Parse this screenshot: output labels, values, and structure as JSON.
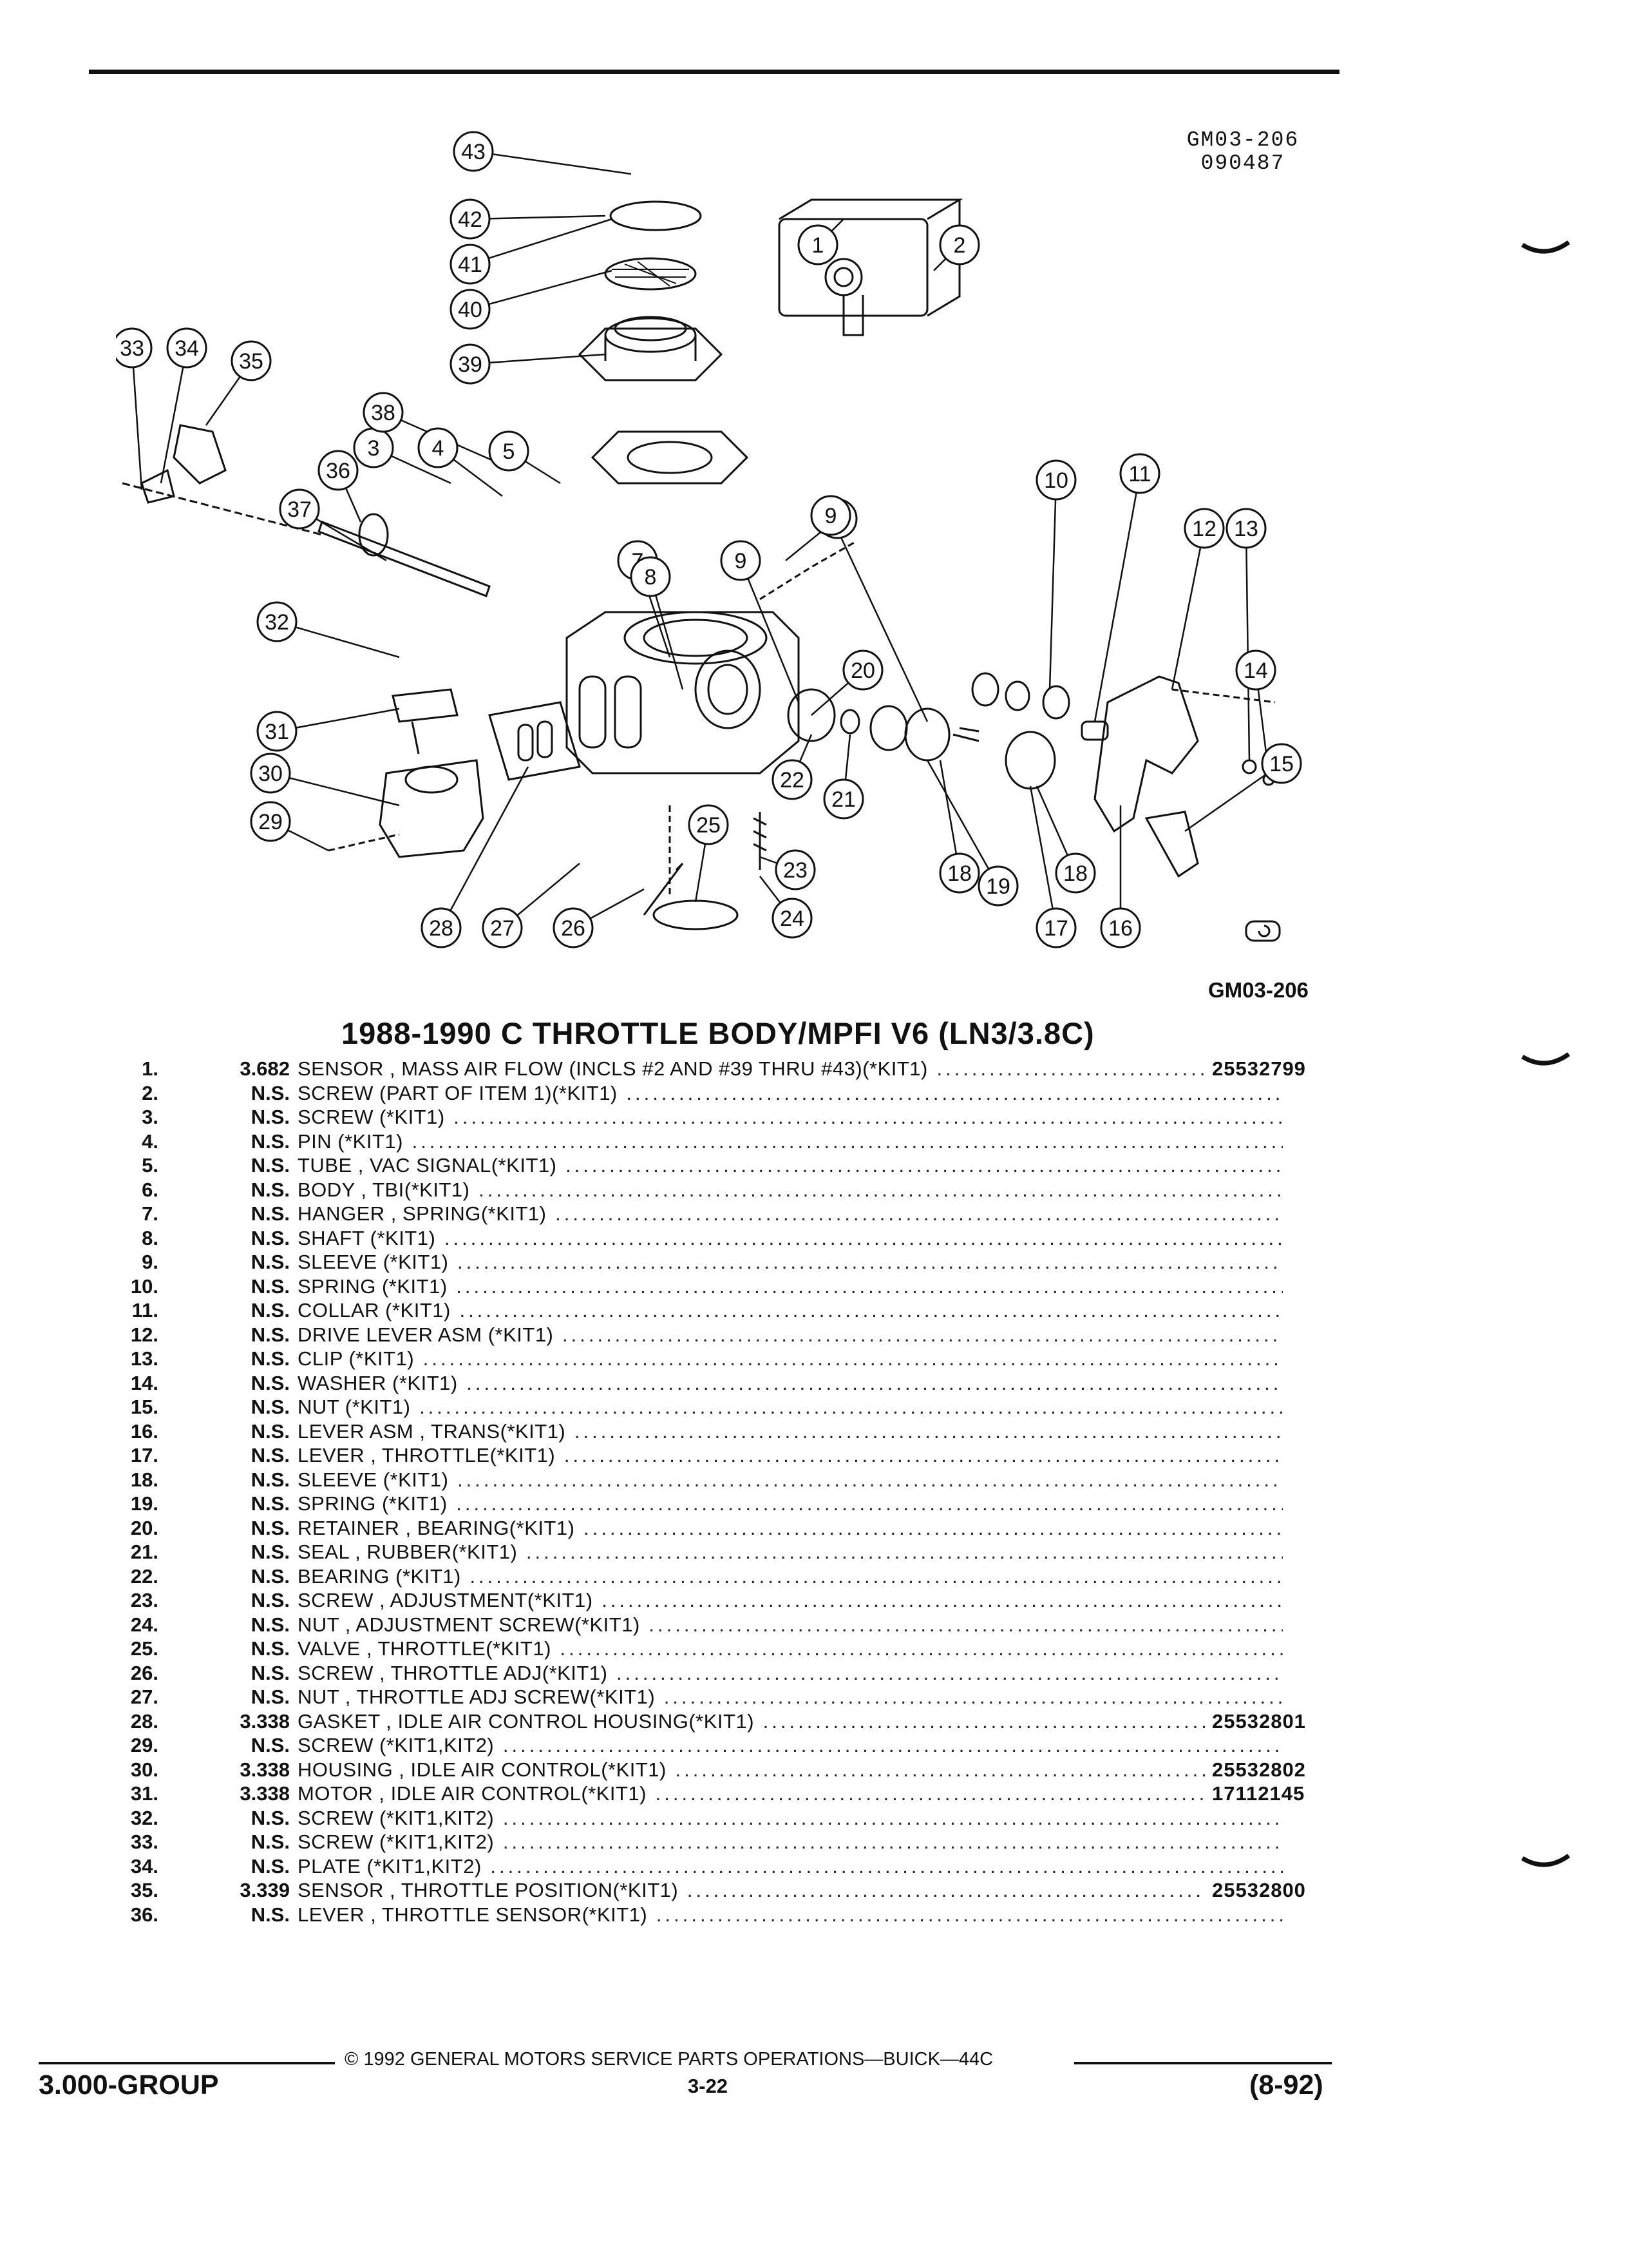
{
  "header": {
    "ref_code_line1": "GM03-206",
    "ref_code_line2": "090487"
  },
  "diagram": {
    "figure_id": "GM03-206",
    "callouts": [
      "1",
      "2",
      "3",
      "4",
      "5",
      "6",
      "7",
      "8",
      "9",
      "9",
      "10",
      "11",
      "12",
      "13",
      "14",
      "15",
      "16",
      "17",
      "18",
      "18",
      "19",
      "20",
      "21",
      "22",
      "23",
      "24",
      "25",
      "26",
      "27",
      "28",
      "29",
      "30",
      "31",
      "32",
      "33",
      "34",
      "35",
      "36",
      "37",
      "38",
      "39",
      "40",
      "41",
      "42",
      "43"
    ]
  },
  "title": "1988-1990 C THROTTLE BODY/MPFI V6 (LN3/3.8C)",
  "parts": [
    {
      "num": "1.",
      "grp": "3.682",
      "desc": "SENSOR , MASS AIR FLOW (INCLS #2 AND #39 THRU #43)(*KIT1)",
      "part": "25532799"
    },
    {
      "num": "2.",
      "grp": "N.S.",
      "desc": "SCREW (PART OF ITEM 1)(*KIT1)",
      "part": ""
    },
    {
      "num": "3.",
      "grp": "N.S.",
      "desc": "SCREW (*KIT1)",
      "part": ""
    },
    {
      "num": "4.",
      "grp": "N.S.",
      "desc": "PIN (*KIT1)",
      "part": ""
    },
    {
      "num": "5.",
      "grp": "N.S.",
      "desc": "TUBE , VAC SIGNAL(*KIT1)",
      "part": ""
    },
    {
      "num": "6.",
      "grp": "N.S.",
      "desc": "BODY , TBI(*KIT1)",
      "part": ""
    },
    {
      "num": "7.",
      "grp": "N.S.",
      "desc": "HANGER , SPRING(*KIT1)",
      "part": ""
    },
    {
      "num": "8.",
      "grp": "N.S.",
      "desc": "SHAFT (*KIT1)",
      "part": ""
    },
    {
      "num": "9.",
      "grp": "N.S.",
      "desc": "SLEEVE (*KIT1)",
      "part": ""
    },
    {
      "num": "10.",
      "grp": "N.S.",
      "desc": "SPRING (*KIT1)",
      "part": ""
    },
    {
      "num": "11.",
      "grp": "N.S.",
      "desc": "COLLAR (*KIT1)",
      "part": ""
    },
    {
      "num": "12.",
      "grp": "N.S.",
      "desc": "DRIVE LEVER ASM (*KIT1)",
      "part": ""
    },
    {
      "num": "13.",
      "grp": "N.S.",
      "desc": "CLIP (*KIT1)",
      "part": ""
    },
    {
      "num": "14.",
      "grp": "N.S.",
      "desc": "WASHER (*KIT1)",
      "part": ""
    },
    {
      "num": "15.",
      "grp": "N.S.",
      "desc": "NUT (*KIT1)",
      "part": ""
    },
    {
      "num": "16.",
      "grp": "N.S.",
      "desc": "LEVER ASM , TRANS(*KIT1)",
      "part": ""
    },
    {
      "num": "17.",
      "grp": "N.S.",
      "desc": "LEVER , THROTTLE(*KIT1)",
      "part": ""
    },
    {
      "num": "18.",
      "grp": "N.S.",
      "desc": "SLEEVE (*KIT1)",
      "part": ""
    },
    {
      "num": "19.",
      "grp": "N.S.",
      "desc": "SPRING (*KIT1)",
      "part": ""
    },
    {
      "num": "20.",
      "grp": "N.S.",
      "desc": "RETAINER , BEARING(*KIT1)",
      "part": ""
    },
    {
      "num": "21.",
      "grp": "N.S.",
      "desc": "SEAL , RUBBER(*KIT1)",
      "part": ""
    },
    {
      "num": "22.",
      "grp": "N.S.",
      "desc": "BEARING (*KIT1)",
      "part": ""
    },
    {
      "num": "23.",
      "grp": "N.S.",
      "desc": "SCREW , ADJUSTMENT(*KIT1)",
      "part": ""
    },
    {
      "num": "24.",
      "grp": "N.S.",
      "desc": "NUT , ADJUSTMENT SCREW(*KIT1)",
      "part": ""
    },
    {
      "num": "25.",
      "grp": "N.S.",
      "desc": "VALVE , THROTTLE(*KIT1)",
      "part": ""
    },
    {
      "num": "26.",
      "grp": "N.S.",
      "desc": "SCREW , THROTTLE ADJ(*KIT1)",
      "part": ""
    },
    {
      "num": "27.",
      "grp": "N.S.",
      "desc": "NUT , THROTTLE ADJ SCREW(*KIT1)",
      "part": ""
    },
    {
      "num": "28.",
      "grp": "3.338",
      "desc": "GASKET , IDLE AIR CONTROL HOUSING(*KIT1)",
      "part": "25532801"
    },
    {
      "num": "29.",
      "grp": "N.S.",
      "desc": "SCREW (*KIT1,KIT2)",
      "part": ""
    },
    {
      "num": "30.",
      "grp": "3.338",
      "desc": "HOUSING , IDLE AIR CONTROL(*KIT1)",
      "part": "25532802"
    },
    {
      "num": "31.",
      "grp": "3.338",
      "desc": "MOTOR , IDLE AIR CONTROL(*KIT1)",
      "part": "17112145"
    },
    {
      "num": "32.",
      "grp": "N.S.",
      "desc": "SCREW (*KIT1,KIT2)",
      "part": ""
    },
    {
      "num": "33.",
      "grp": "N.S.",
      "desc": "SCREW (*KIT1,KIT2)",
      "part": ""
    },
    {
      "num": "34.",
      "grp": "N.S.",
      "desc": "PLATE (*KIT1,KIT2)",
      "part": ""
    },
    {
      "num": "35.",
      "grp": "3.339",
      "desc": "SENSOR , THROTTLE POSITION(*KIT1)",
      "part": "25532800"
    },
    {
      "num": "36.",
      "grp": "N.S.",
      "desc": "LEVER , THROTTLE SENSOR(*KIT1)",
      "part": ""
    }
  ],
  "footer": {
    "copyright": "© 1992 GENERAL MOTORS SERVICE PARTS OPERATIONS—BUICK—44C",
    "group": "3.000-GROUP",
    "page": "3-22",
    "date": "(8-92)"
  }
}
